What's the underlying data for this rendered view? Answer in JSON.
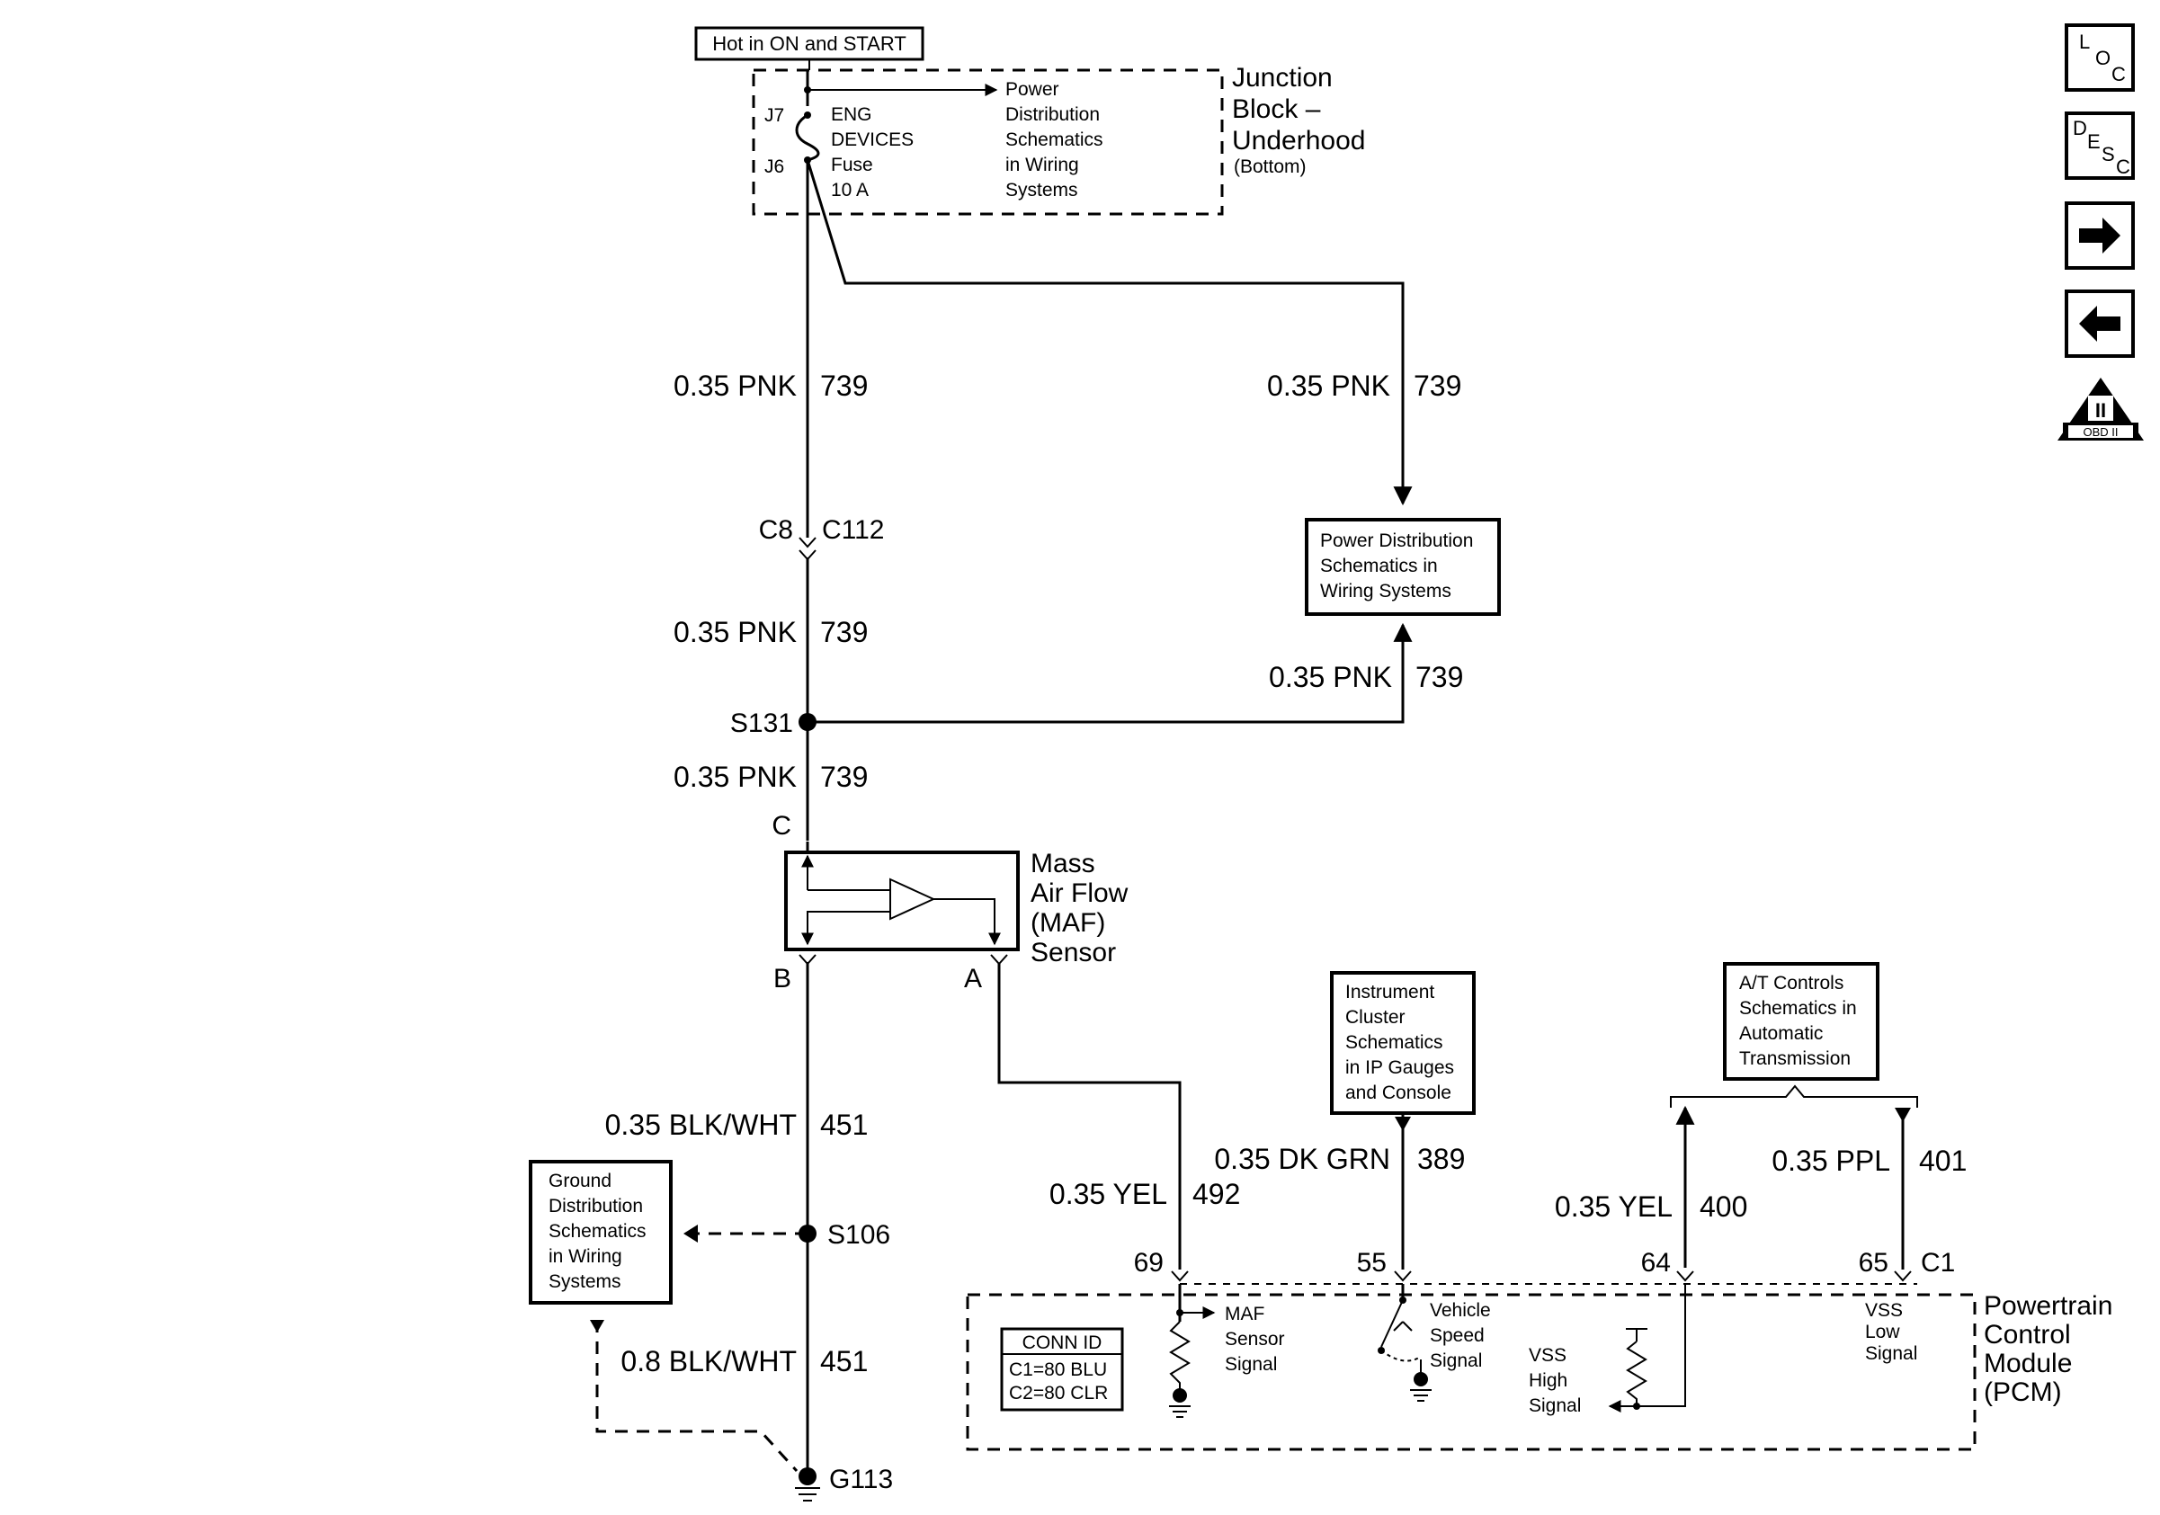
{
  "junction_block": {
    "hot_label": "Hot in ON and START",
    "name_line1": "Junction",
    "name_line2": "Block –",
    "name_line3": "Underhood",
    "name_sub": "(Bottom)",
    "pin_top": "J7",
    "pin_bottom": "J6",
    "fuse_lines": [
      "ENG",
      "DEVICES",
      "Fuse",
      "10 A"
    ],
    "power_dist_lines": [
      "Power",
      "Distribution",
      "Schematics",
      "in Wiring",
      "Systems"
    ]
  },
  "wires": {
    "w1_gauge": "0.35 PNK",
    "w1_circuit": "739",
    "w2_gauge": "0.35 PNK",
    "w2_circuit": "739",
    "w3_gauge": "0.35 PNK",
    "w3_circuit": "739",
    "w4_gauge": "0.35 PNK",
    "w4_circuit": "739",
    "w5_gauge": "0.35 PNK",
    "w5_circuit": "739",
    "w6_gauge": "0.35 BLK/WHT",
    "w6_circuit": "451",
    "w7_gauge": "0.8 BLK/WHT",
    "w7_circuit": "451",
    "w8_gauge": "0.35 YEL",
    "w8_circuit": "492",
    "w9_gauge": "0.35 DK GRN",
    "w9_circuit": "389",
    "w10_gauge": "0.35 YEL",
    "w10_circuit": "400",
    "w11_gauge": "0.35 PPL",
    "w11_circuit": "401"
  },
  "connectors": {
    "c8": "C8",
    "c112": "C112",
    "s131": "S131",
    "s106": "S106",
    "g113": "G113",
    "maf_c": "C",
    "maf_b": "B",
    "maf_a": "A"
  },
  "boxes": {
    "power_dist": [
      "Power Distribution",
      "Schematics in",
      "Wiring Systems"
    ],
    "ground_dist": [
      "Ground",
      "Distribution",
      "Schematics",
      "in Wiring",
      "Systems"
    ],
    "instrument": [
      "Instrument",
      "Cluster",
      "Schematics",
      "in IP Gauges",
      "and Console"
    ],
    "at_controls": [
      "A/T Controls",
      "Schematics in",
      "Automatic",
      "Transmission"
    ]
  },
  "maf_sensor": {
    "lines": [
      "Mass",
      "Air Flow",
      "(MAF)",
      "Sensor"
    ]
  },
  "pcm": {
    "name_lines": [
      "Powertrain",
      "Control",
      "Module",
      "(PCM)"
    ],
    "pins": [
      "69",
      "55",
      "64",
      "65"
    ],
    "connector": "C1",
    "conn_id_title": "CONN ID",
    "conn_id_lines": [
      "C1=80 BLU",
      "C2=80 CLR"
    ],
    "maf_signal": [
      "MAF",
      "Sensor",
      "Signal"
    ],
    "vehicle_speed": [
      "Vehicle",
      "Speed",
      "Signal"
    ],
    "vss_high": [
      "VSS",
      "High",
      "Signal"
    ],
    "vss_low": [
      "VSS",
      "Low",
      "Signal"
    ]
  },
  "nav": {
    "loc": {
      "l": "L",
      "o": "O",
      "c": "C"
    },
    "desc": {
      "d": "D",
      "e": "E",
      "s": "S",
      "c": "C"
    },
    "obd": {
      "numeral": "II",
      "label": "OBD II"
    }
  }
}
